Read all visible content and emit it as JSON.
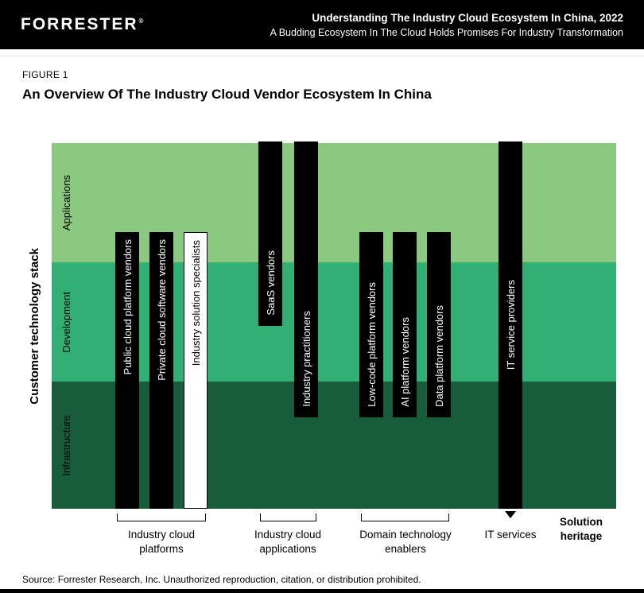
{
  "header": {
    "logo": "FORRESTER",
    "logo_reg": "®",
    "title": "Understanding The Industry Cloud Ecosystem In China, 2022",
    "subtitle": "A Budding Ecosystem In The Cloud Holds Promises For Industry Transformation"
  },
  "figure": {
    "label": "FIGURE 1",
    "title": "An Overview Of The Industry Cloud Vendor Ecosystem In China"
  },
  "chart": {
    "y_axis_label": "Customer technology stack",
    "bar_color": "#000000",
    "bands": [
      {
        "name": "Applications",
        "color": "#8CC980"
      },
      {
        "name": "Development",
        "color": "#31AF74"
      },
      {
        "name": "Infrastructure",
        "color": "#175C3B"
      }
    ],
    "bars": [
      {
        "label": "Public cloud platform vendors",
        "style": "solid"
      },
      {
        "label": "Private cloud software vendors",
        "style": "solid"
      },
      {
        "label": "Industry solution specialists",
        "style": "outline"
      },
      {
        "label": "SaaS vendors",
        "style": "solid"
      },
      {
        "label": "Industry practitioners",
        "style": "solid"
      },
      {
        "label": "Low-code platform vendors",
        "style": "solid"
      },
      {
        "label": "AI platform vendors",
        "style": "solid"
      },
      {
        "label": "Data platform vendors",
        "style": "solid"
      },
      {
        "label": "IT service providers",
        "style": "solid"
      }
    ],
    "groups": [
      {
        "label": "Industry cloud platforms"
      },
      {
        "label": "Industry cloud applications"
      },
      {
        "label": "Domain technology enablers"
      }
    ],
    "it_services_label": "IT services",
    "solution_heritage_label": "Solution heritage"
  },
  "footer": {
    "source": "Source: Forrester Research, Inc. Unauthorized reproduction, citation, or distribution prohibited."
  }
}
